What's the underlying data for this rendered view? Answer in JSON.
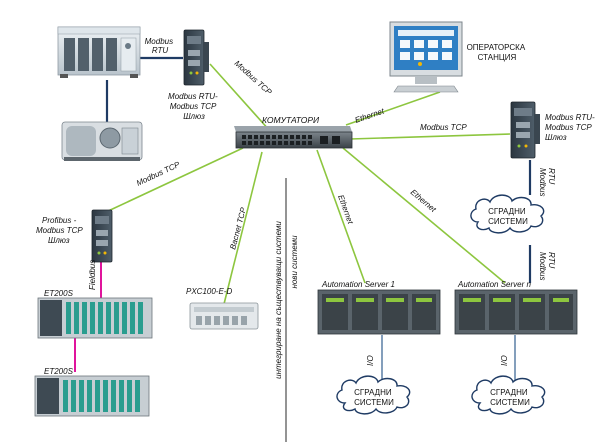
{
  "labels": {
    "modbus_rtu_chiller": [
      "Modbus",
      "RTU"
    ],
    "gateway_top_left": [
      "Modbus RTU-",
      "Modbus TCP",
      "Шлюз"
    ],
    "modbus_tcp_top": "Modbus TCP",
    "operator_station": [
      "ОПЕРАТОРСКА",
      "СТАНЦИЯ"
    ],
    "switches": "КОМУТАТОРИ",
    "ethernet_operator": "Ethernet",
    "modbus_tcp_right": "Modbus TCP",
    "gateway_right": [
      "Modbus RTU-",
      "Modbus TCP",
      "Шлюз"
    ],
    "modbus_rtu_right_upper": [
      "Modbus",
      "RTU"
    ],
    "modbus_tcp_left": "Modbus TCP",
    "profibus_gateway": [
      "Profibus -",
      "Modbus TCP",
      "Шлюз"
    ],
    "fieldbus": "Fieldbus",
    "et200s_upper": "ET200S",
    "et200s_lower": "ET200S",
    "bacnet_tcp": "Bacnet TCP",
    "pxc": "PXC100-E-D",
    "integration_text": [
      "интегриране на съществуващи системи",
      "нови системи"
    ],
    "ethernet_as1": "Ethernet",
    "ethernet_asn": "Ethernet",
    "automation_server_1": "Automation Server 1",
    "automation_server_n": "Automation Server n",
    "io_left": "I/O",
    "io_right": "I/O",
    "modbus_rtu_right_lower": [
      "Modbus",
      "RTU"
    ],
    "cloud_right": [
      "СГРАДНИ",
      "СИСТЕМИ"
    ],
    "cloud_bottom_left": [
      "СГРАДНИ",
      "СИСТЕМИ"
    ],
    "cloud_bottom_right": [
      "СГРАДНИ",
      "СИСТЕМИ"
    ]
  },
  "colors": {
    "ethernet_line": "#8dc63f",
    "modbus_rtu_line": "#1f3b64",
    "profibus_line": "#e0149c",
    "io_line": "#5b7fa6",
    "integration_line": "#4d4d4d"
  },
  "icons": [
    "chiller-icon",
    "compressor-icon",
    "gateway-icon",
    "network-switch-icon",
    "monitor-icon",
    "plc-icon",
    "controller-icon",
    "cloud-icon"
  ]
}
